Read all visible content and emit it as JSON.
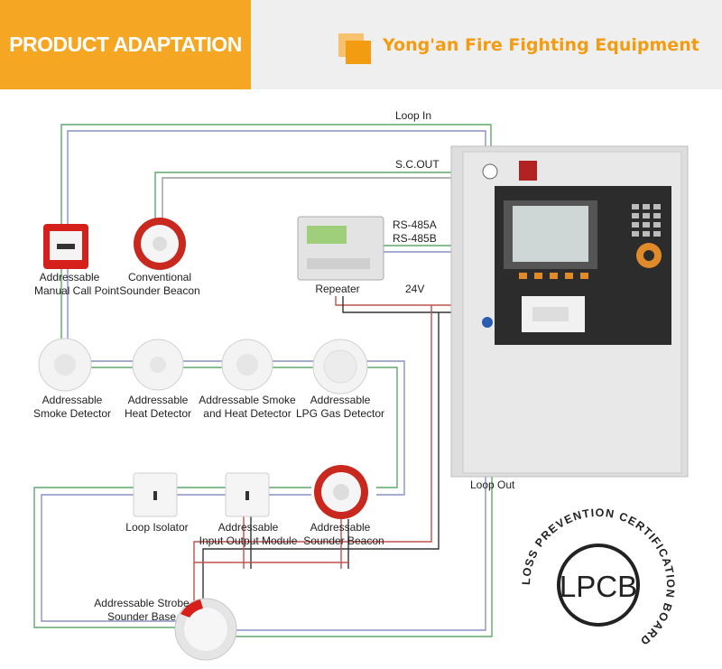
{
  "header": {
    "tab_title": "PRODUCT ADAPTATION",
    "brand": "Yong'an Fire Fighting Equipment"
  },
  "diagram": {
    "lines": {
      "loop_in": "Loop  In",
      "sc_out": "S.C.OUT",
      "rs485a": "RS-485A",
      "rs485b": "RS-485B",
      "v24": "24V",
      "loop_out": "Loop Out"
    },
    "devices": {
      "call_point": [
        "Addressable",
        "Manual Call Point"
      ],
      "conv_sounder": [
        "Conventional",
        "Sounder Beacon"
      ],
      "repeater": "Repeater",
      "smoke": [
        "Addressable",
        "Smoke Detector"
      ],
      "heat": [
        "Addressable",
        "Heat Detector"
      ],
      "smoke_heat": [
        "Addressable Smoke",
        "and Heat Detector"
      ],
      "lpg": [
        "Addressable",
        "LPG Gas Detector"
      ],
      "isolator": "Loop Isolator",
      "io_module": [
        "Addressable",
        "Input Output Module"
      ],
      "addr_sounder": [
        "Addressable",
        "Sounder Beacon"
      ],
      "strobe": [
        "Addressable Strobe",
        "Sounder Base"
      ]
    },
    "certification": {
      "logo": "LPCB",
      "ring_text": "LOSS PREVENTION CERTIFICATION BOARD"
    }
  }
}
